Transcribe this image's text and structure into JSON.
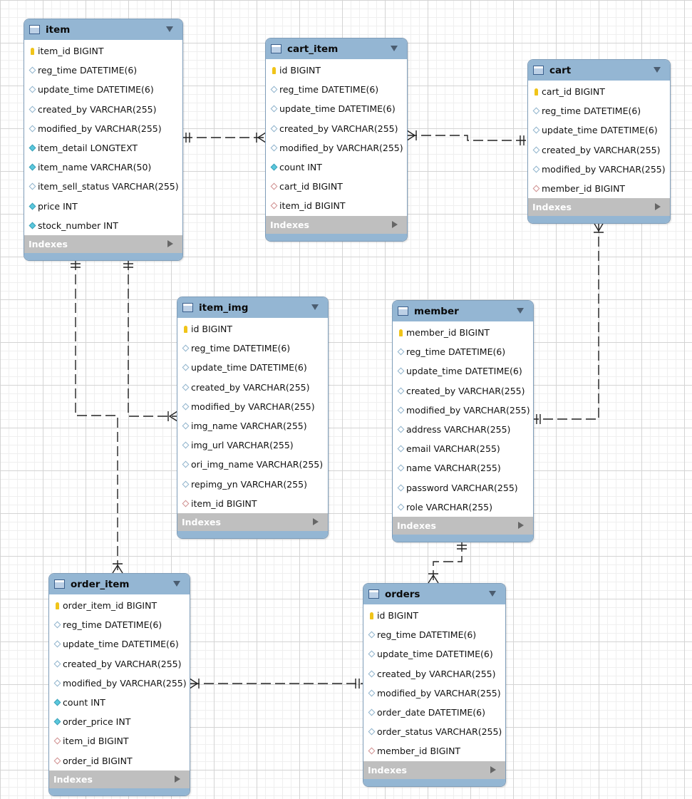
{
  "tables": [
    {
      "id": "item",
      "name": "item",
      "indexes_label": "Indexes",
      "columns": [
        {
          "icon": "key",
          "text": "item_id BIGINT"
        },
        {
          "icon": "plain",
          "text": "reg_time DATETIME(6)"
        },
        {
          "icon": "plain",
          "text": "update_time DATETIME(6)"
        },
        {
          "icon": "plain",
          "text": "created_by VARCHAR(255)"
        },
        {
          "icon": "plain",
          "text": "modified_by VARCHAR(255)"
        },
        {
          "icon": "filled",
          "text": "item_detail LONGTEXT"
        },
        {
          "icon": "filled",
          "text": "item_name VARCHAR(50)"
        },
        {
          "icon": "plain",
          "text": "item_sell_status VARCHAR(255)"
        },
        {
          "icon": "filled",
          "text": "price INT"
        },
        {
          "icon": "filled",
          "text": "stock_number INT"
        }
      ]
    },
    {
      "id": "cart_item",
      "name": "cart_item",
      "indexes_label": "Indexes",
      "columns": [
        {
          "icon": "key",
          "text": "id BIGINT"
        },
        {
          "icon": "plain",
          "text": "reg_time DATETIME(6)"
        },
        {
          "icon": "plain",
          "text": "update_time DATETIME(6)"
        },
        {
          "icon": "plain",
          "text": "created_by VARCHAR(255)"
        },
        {
          "icon": "plain",
          "text": "modified_by VARCHAR(255)"
        },
        {
          "icon": "filled",
          "text": "count INT"
        },
        {
          "icon": "fk",
          "text": "cart_id BIGINT"
        },
        {
          "icon": "fk",
          "text": "item_id BIGINT"
        }
      ]
    },
    {
      "id": "cart",
      "name": "cart",
      "indexes_label": "Indexes",
      "columns": [
        {
          "icon": "key",
          "text": "cart_id BIGINT"
        },
        {
          "icon": "plain",
          "text": "reg_time DATETIME(6)"
        },
        {
          "icon": "plain",
          "text": "update_time DATETIME(6)"
        },
        {
          "icon": "plain",
          "text": "created_by VARCHAR(255)"
        },
        {
          "icon": "plain",
          "text": "modified_by VARCHAR(255)"
        },
        {
          "icon": "fk",
          "text": "member_id BIGINT"
        }
      ]
    },
    {
      "id": "item_img",
      "name": "item_img",
      "indexes_label": "Indexes",
      "columns": [
        {
          "icon": "key",
          "text": "id BIGINT"
        },
        {
          "icon": "plain",
          "text": "reg_time DATETIME(6)"
        },
        {
          "icon": "plain",
          "text": "update_time DATETIME(6)"
        },
        {
          "icon": "plain",
          "text": "created_by VARCHAR(255)"
        },
        {
          "icon": "plain",
          "text": "modified_by VARCHAR(255)"
        },
        {
          "icon": "plain",
          "text": "img_name VARCHAR(255)"
        },
        {
          "icon": "plain",
          "text": "img_url VARCHAR(255)"
        },
        {
          "icon": "plain",
          "text": "ori_img_name VARCHAR(255)"
        },
        {
          "icon": "plain",
          "text": "repimg_yn VARCHAR(255)"
        },
        {
          "icon": "fk",
          "text": "item_id BIGINT"
        }
      ]
    },
    {
      "id": "member",
      "name": "member",
      "indexes_label": "Indexes",
      "columns": [
        {
          "icon": "key",
          "text": "member_id BIGINT"
        },
        {
          "icon": "plain",
          "text": "reg_time DATETIME(6)"
        },
        {
          "icon": "plain",
          "text": "update_time DATETIME(6)"
        },
        {
          "icon": "plain",
          "text": "created_by VARCHAR(255)"
        },
        {
          "icon": "plain",
          "text": "modified_by VARCHAR(255)"
        },
        {
          "icon": "plain",
          "text": "address VARCHAR(255)"
        },
        {
          "icon": "plain",
          "text": "email VARCHAR(255)"
        },
        {
          "icon": "plain",
          "text": "name VARCHAR(255)"
        },
        {
          "icon": "plain",
          "text": "password VARCHAR(255)"
        },
        {
          "icon": "plain",
          "text": "role VARCHAR(255)"
        }
      ]
    },
    {
      "id": "order_item",
      "name": "order_item",
      "indexes_label": "Indexes",
      "columns": [
        {
          "icon": "key",
          "text": "order_item_id BIGINT"
        },
        {
          "icon": "plain",
          "text": "reg_time DATETIME(6)"
        },
        {
          "icon": "plain",
          "text": "update_time DATETIME(6)"
        },
        {
          "icon": "plain",
          "text": "created_by VARCHAR(255)"
        },
        {
          "icon": "plain",
          "text": "modified_by VARCHAR(255)"
        },
        {
          "icon": "filled",
          "text": "count INT"
        },
        {
          "icon": "filled",
          "text": "order_price INT"
        },
        {
          "icon": "fk",
          "text": "item_id BIGINT"
        },
        {
          "icon": "fk",
          "text": "order_id BIGINT"
        }
      ]
    },
    {
      "id": "orders",
      "name": "orders",
      "indexes_label": "Indexes",
      "columns": [
        {
          "icon": "key",
          "text": "id BIGINT"
        },
        {
          "icon": "plain",
          "text": "reg_time DATETIME(6)"
        },
        {
          "icon": "plain",
          "text": "update_time DATETIME(6)"
        },
        {
          "icon": "plain",
          "text": "created_by VARCHAR(255)"
        },
        {
          "icon": "plain",
          "text": "modified_by VARCHAR(255)"
        },
        {
          "icon": "plain",
          "text": "order_date DATETIME(6)"
        },
        {
          "icon": "plain",
          "text": "order_status VARCHAR(255)"
        },
        {
          "icon": "fk",
          "text": "member_id BIGINT"
        }
      ]
    }
  ],
  "relationships": [
    {
      "from": "item",
      "to": "cart_item",
      "from_card": "one",
      "to_card": "many"
    },
    {
      "from": "cart",
      "to": "cart_item",
      "from_card": "one",
      "to_card": "many"
    },
    {
      "from": "member",
      "to": "cart",
      "from_card": "one",
      "to_card": "many"
    },
    {
      "from": "item",
      "to": "item_img",
      "from_card": "one",
      "to_card": "many"
    },
    {
      "from": "item",
      "to": "order_item",
      "from_card": "one",
      "to_card": "many"
    },
    {
      "from": "orders",
      "to": "order_item",
      "from_card": "one",
      "to_card": "many"
    },
    {
      "from": "member",
      "to": "orders",
      "from_card": "one",
      "to_card": "many"
    }
  ],
  "colors": {
    "header": "#94b6d3",
    "indexes_bar": "#bfbfbf",
    "border": "#7f9db9",
    "line": "#222222"
  }
}
